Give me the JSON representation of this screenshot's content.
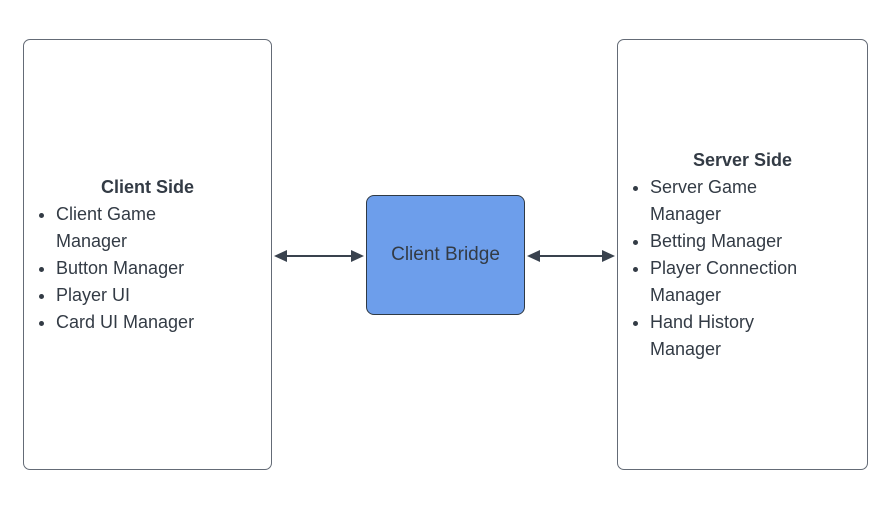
{
  "diagram": {
    "left_box": {
      "title": "Client Side",
      "items": [
        "Client Game\nManager",
        "Button Manager",
        "Player UI",
        "Card UI Manager"
      ]
    },
    "bridge": {
      "label": "Client Bridge"
    },
    "right_box": {
      "title": "Server Side",
      "items": [
        "Server Game\nManager",
        "Betting Manager",
        "Player Connection\nManager",
        "Hand History\nManager"
      ]
    },
    "connectors": [
      {
        "name": "left-arrow",
        "type": "double-headed",
        "from": "left_box",
        "to": "bridge"
      },
      {
        "name": "right-arrow",
        "type": "double-headed",
        "from": "bridge",
        "to": "right_box"
      }
    ],
    "colors": {
      "bridge_fill": "#6D9EEB",
      "bridge_border": "#2f3a45",
      "box_border": "#646b76",
      "arrow": "#39424e",
      "text": "#333b45",
      "canvas_bg": "#ffffff"
    }
  }
}
